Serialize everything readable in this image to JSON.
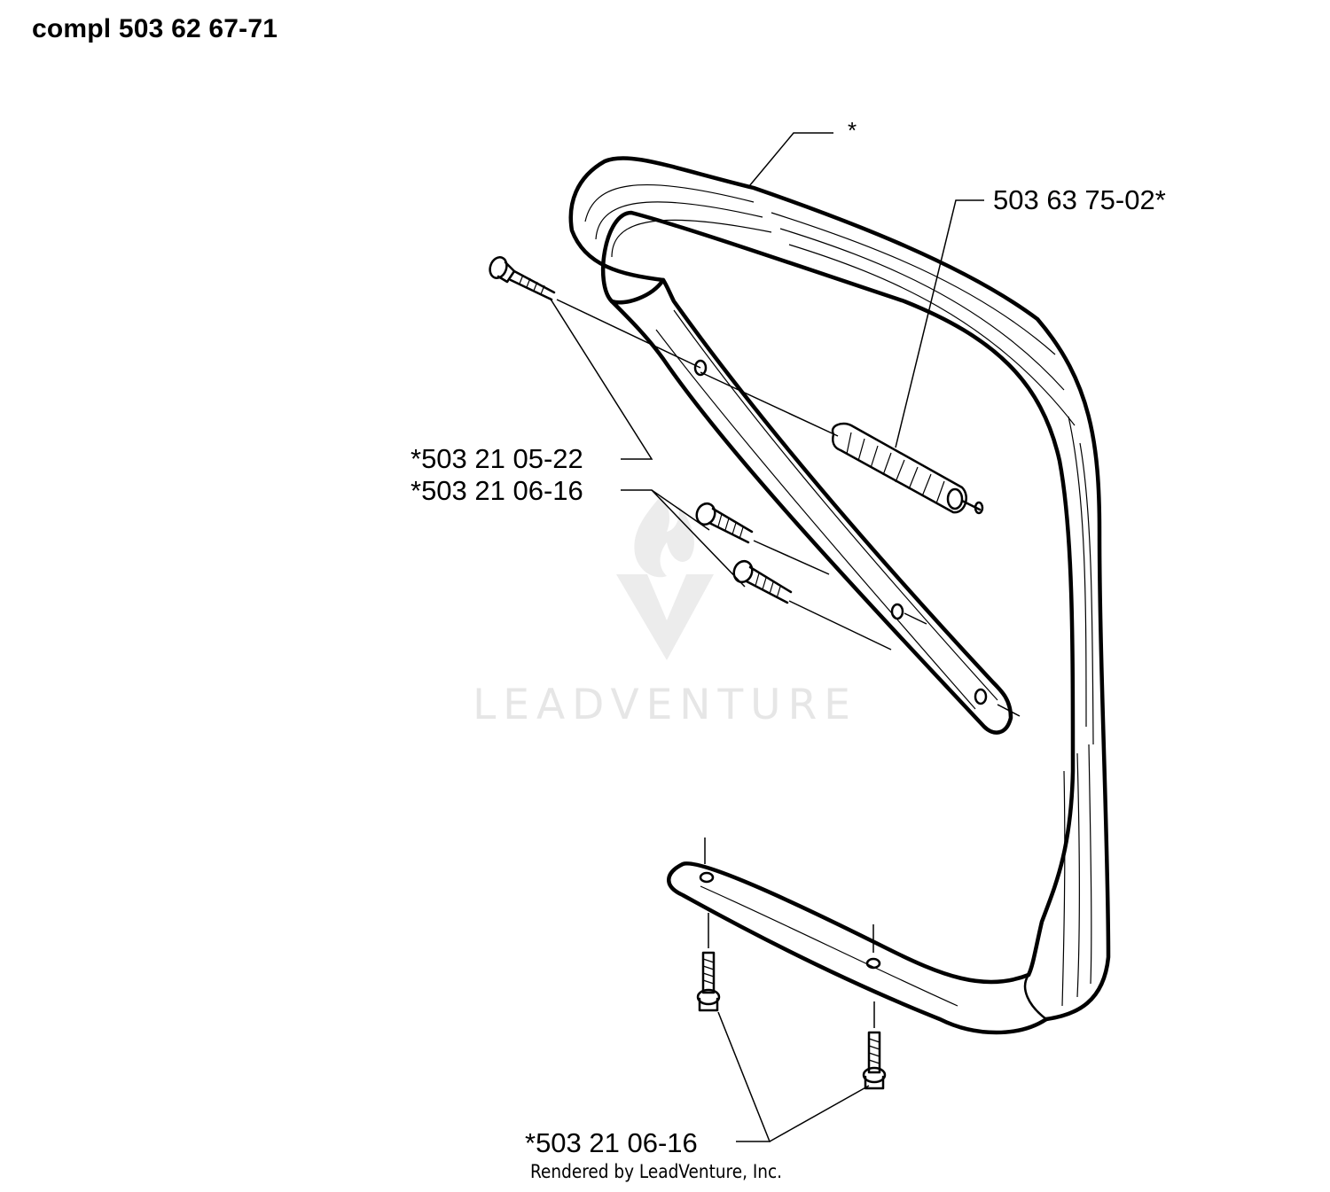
{
  "diagram": {
    "title": "compl 503 62 67-71",
    "labels": {
      "asterisk": "*",
      "part_anti_vibration": "503 63 75-02*",
      "part_screw_a": "*503 21 05-22",
      "part_screw_b": "*503 21 06-16",
      "part_screw_c": "*503 21 06-16"
    },
    "footer": "Rendered by LeadVenture, Inc.",
    "watermark": "LEADVENTURE"
  }
}
